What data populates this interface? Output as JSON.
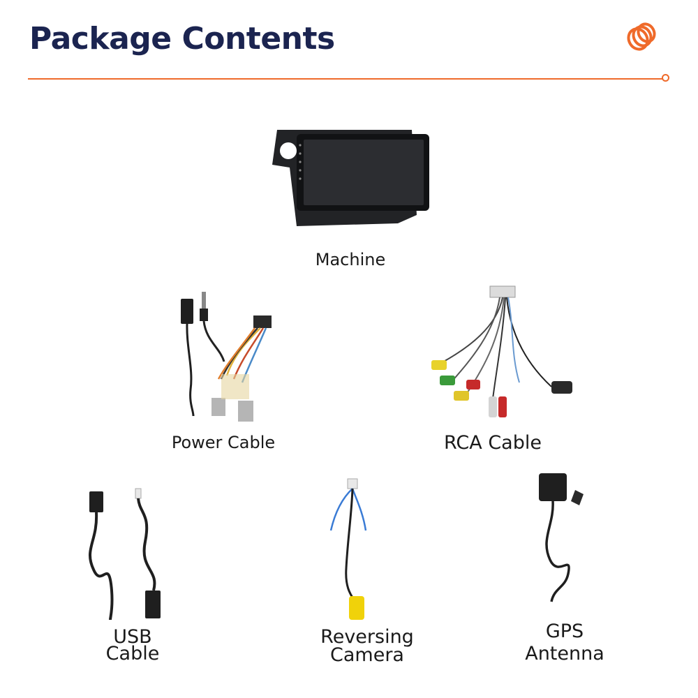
{
  "header": {
    "title": "Package Contents",
    "accent_color": "#ef6a2a",
    "title_color": "#1b2450",
    "logo_icon": "orange-coil-icon"
  },
  "items": [
    {
      "id": "machine",
      "label": "Machine",
      "icon": "car-stereo-screen-icon"
    },
    {
      "id": "power",
      "label": "Power Cable",
      "icon": "power-harness-icon"
    },
    {
      "id": "rca",
      "label": "RCA Cable",
      "icon": "rca-harness-icon"
    },
    {
      "id": "usb",
      "label_line1": "USB",
      "label_line2": "Cable",
      "icon": "usb-cable-icon"
    },
    {
      "id": "camera",
      "label_line1": "Reversing",
      "label_line2": "Camera",
      "icon": "camera-cable-icon"
    },
    {
      "id": "gps",
      "label_line1": "GPS",
      "label_line2": "Antenna",
      "icon": "gps-antenna-icon"
    }
  ]
}
